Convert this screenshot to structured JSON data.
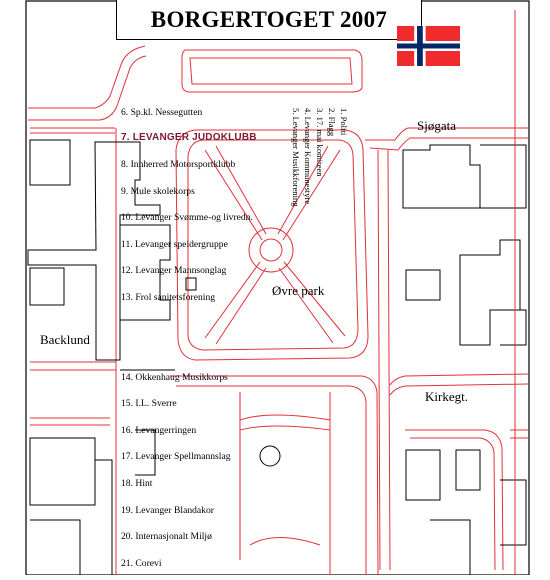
{
  "map": {
    "title": "BORGERTOGET 2007",
    "flag_icon": "norwegian-flag",
    "colors": {
      "road": "#e0323a",
      "building": "#000000",
      "highlight": "#7b1b33",
      "flag_red": "#ef2b2d",
      "flag_blue": "#002868"
    },
    "streets": {
      "sjogata": "Sjøgata",
      "ovre_park": "Øvre park",
      "backlund": "Backlund",
      "kirkegt": "Kirkegt."
    },
    "vertical_list": [
      "1. Politi",
      "2. Flagg",
      "3. 17. mai komiteen",
      "4. Levanger Kommunestyre",
      "5. Levanger Musikkforening"
    ],
    "route_list": [
      "6. Sp.kl. Nessegutten",
      "7. LEVANGER JUDOKLUBB",
      "8. Innherred Motorsportklubb",
      "9. Mule skolekorps",
      "10. Levanger Svømme-og livredn.",
      "11. Levanger speidergruppe",
      "12. Levanger Mannsonglag",
      "13. Frol sanitetsforening",
      "14. Okkenhaug Musikkorps",
      "15. I.L. Sverre",
      "16. Levangerringen",
      "17. Levanger Spellmannslag",
      "18. Hint",
      "19. Levanger Blandakor",
      "20. Internasjonalt Miljø",
      "21. Corevi"
    ]
  }
}
